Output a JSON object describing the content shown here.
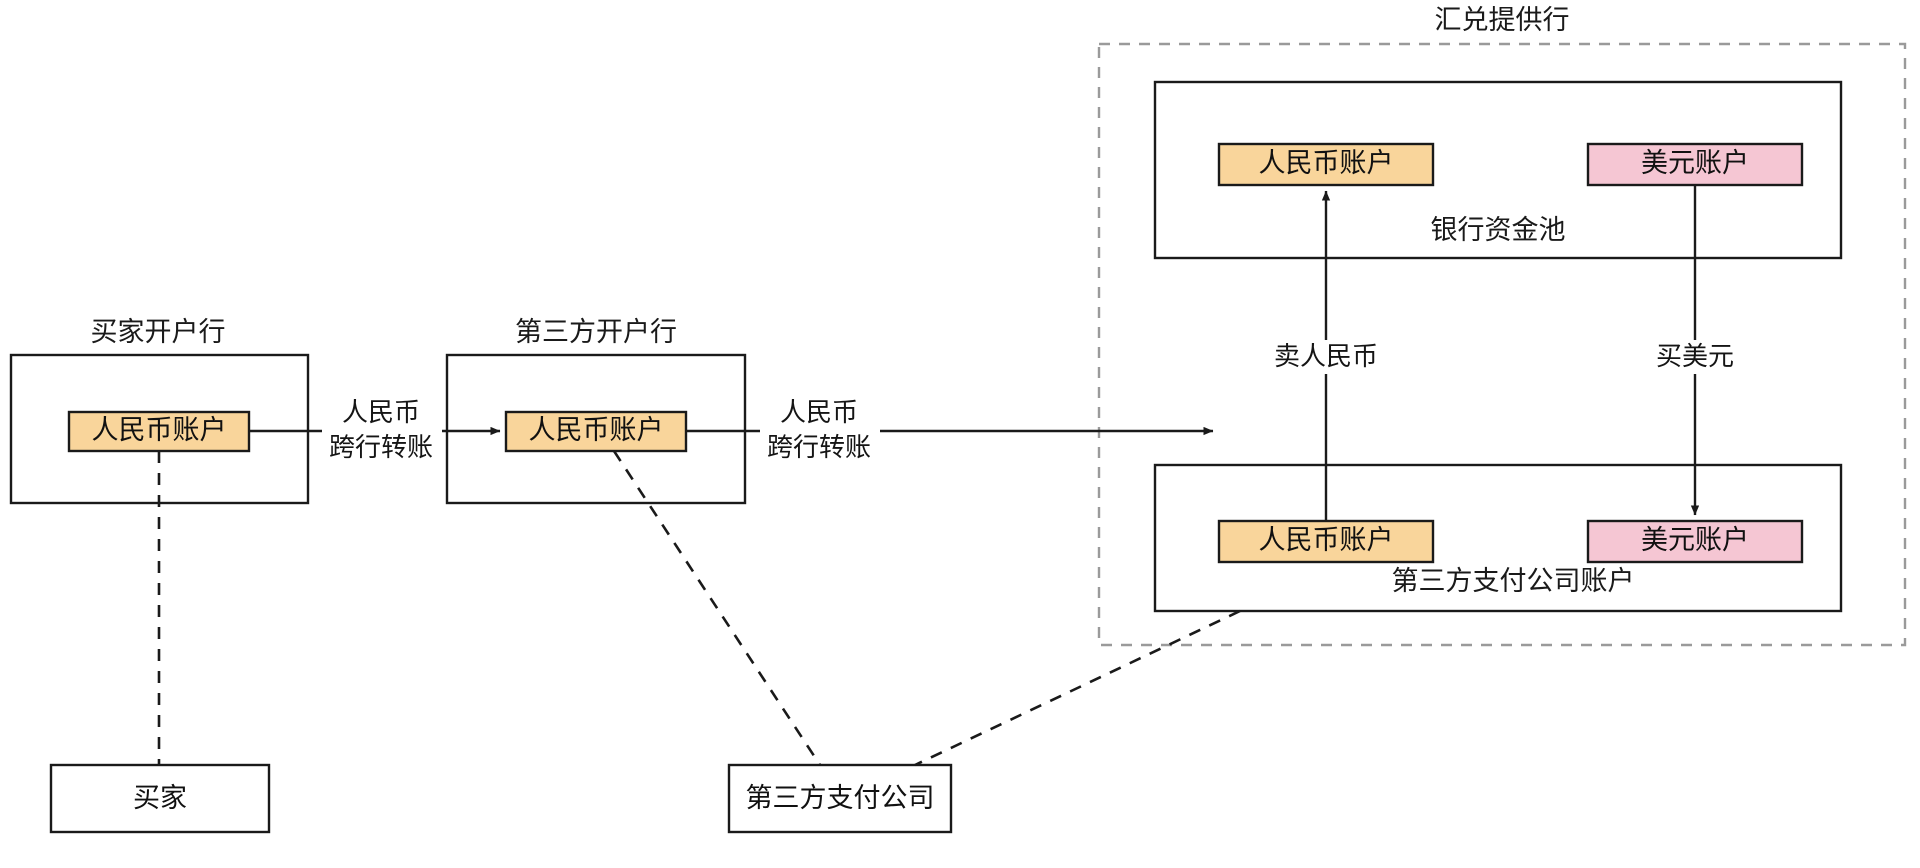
{
  "diagram": {
    "title_zone": "汇兑提供行",
    "groups": [
      {
        "id": "buyer_bank",
        "label": "买家开户行"
      },
      {
        "id": "third_party_bank",
        "label": "第三方开户行"
      },
      {
        "id": "bank_pool",
        "label": "银行资金池"
      },
      {
        "id": "tpp_account",
        "label": "第三方支付公司账户"
      }
    ],
    "accounts": {
      "rmb": "人民币账户",
      "usd": "美元账户"
    },
    "entities": {
      "buyer": "买家",
      "payment_company": "第三方支付公司"
    },
    "edges": {
      "transfer_line1": "人民币",
      "transfer_line2": "跨行转账",
      "sell_rmb": "卖人民币",
      "buy_usd": "买美元"
    },
    "colors": {
      "rmb_fill": "#F9D59B",
      "usd_fill": "#F5C6D3",
      "stroke": "#1a1a1a",
      "zone_stroke": "#9a9a9a",
      "background": "#ffffff"
    }
  }
}
